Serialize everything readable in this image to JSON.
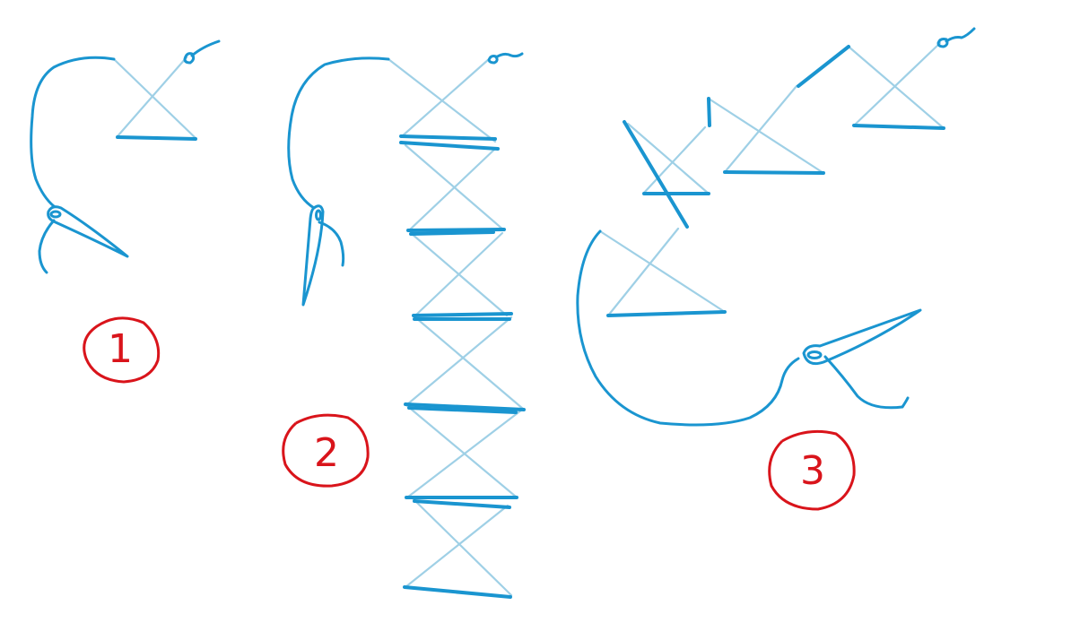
{
  "colors": {
    "background": "#ffffff",
    "stitch_light": "#9fd0e6",
    "stitch_bold": "#1a95d0",
    "thread": "#1a95d0",
    "badge": "#d9141b"
  },
  "icons": {
    "needle": "needle-icon",
    "thread_end": "thread-tail-icon",
    "step_badge": "step-badge"
  },
  "steps": [
    {
      "label": "1"
    },
    {
      "label": "2"
    },
    {
      "label": "3"
    }
  ]
}
